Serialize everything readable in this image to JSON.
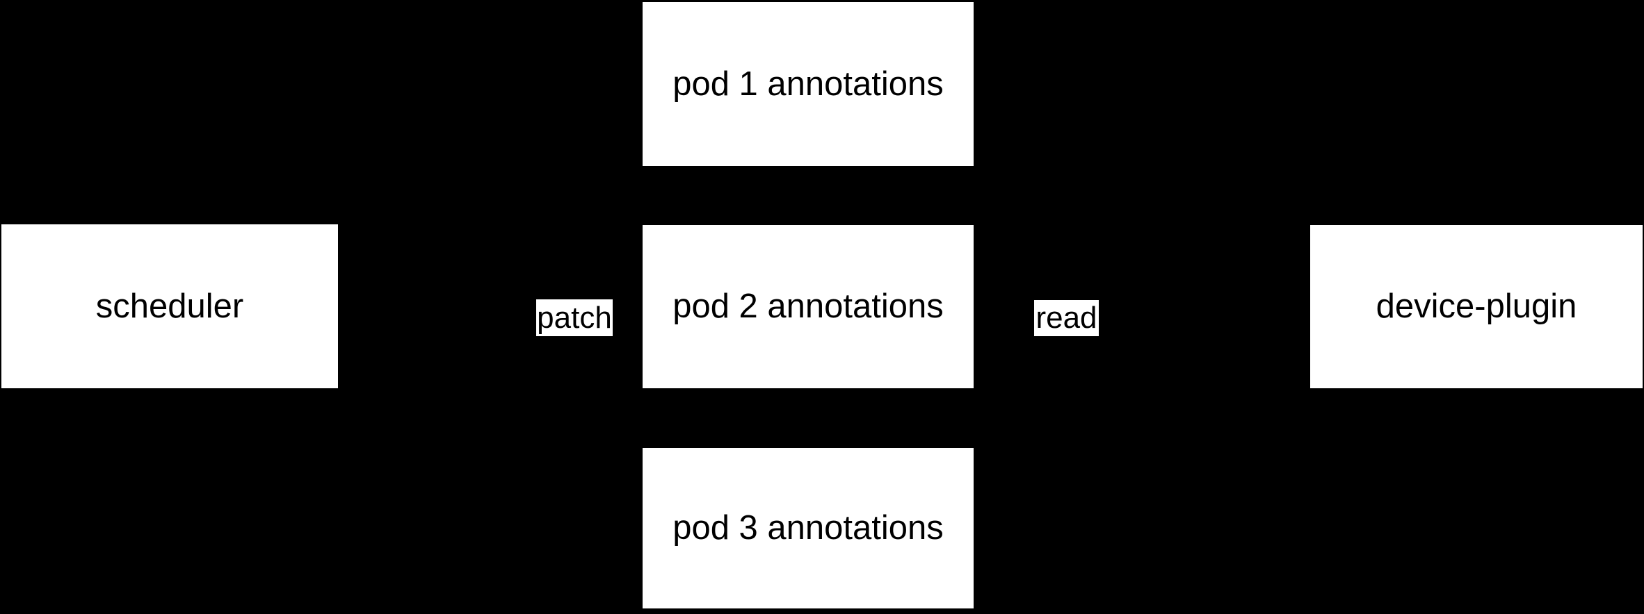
{
  "diagram": {
    "background_color": "#000000",
    "node_fill_color": "#ffffff",
    "node_text_color": "#000000",
    "nodes": {
      "scheduler": {
        "label": "scheduler"
      },
      "pod1": {
        "label": "pod 1 annotations"
      },
      "pod2": {
        "label": "pod 2 annotations"
      },
      "pod3": {
        "label": "pod 3 annotations"
      },
      "device_plugin": {
        "label": "device-plugin"
      }
    },
    "edge_labels": {
      "patch": {
        "label": "patch"
      },
      "read": {
        "label": "read"
      }
    }
  }
}
